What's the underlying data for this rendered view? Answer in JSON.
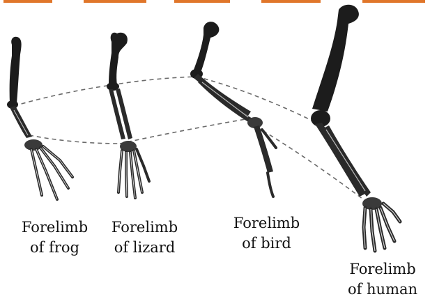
{
  "labels": {
    "frog": {
      "line1": "Forelimb",
      "line2": "of frog"
    },
    "lizard": {
      "line1": "Forelimb",
      "line2": "of lizard"
    },
    "bird": {
      "line1": "Forelimb",
      "line2": "of bird"
    },
    "human": {
      "line1": "Forelimb",
      "line2": "of human"
    }
  },
  "colors": {
    "bone": "#1c1c1c",
    "bone_light": "#b9b9b9",
    "dash": "#6a6a6a",
    "top_strip": "#e0762a"
  }
}
